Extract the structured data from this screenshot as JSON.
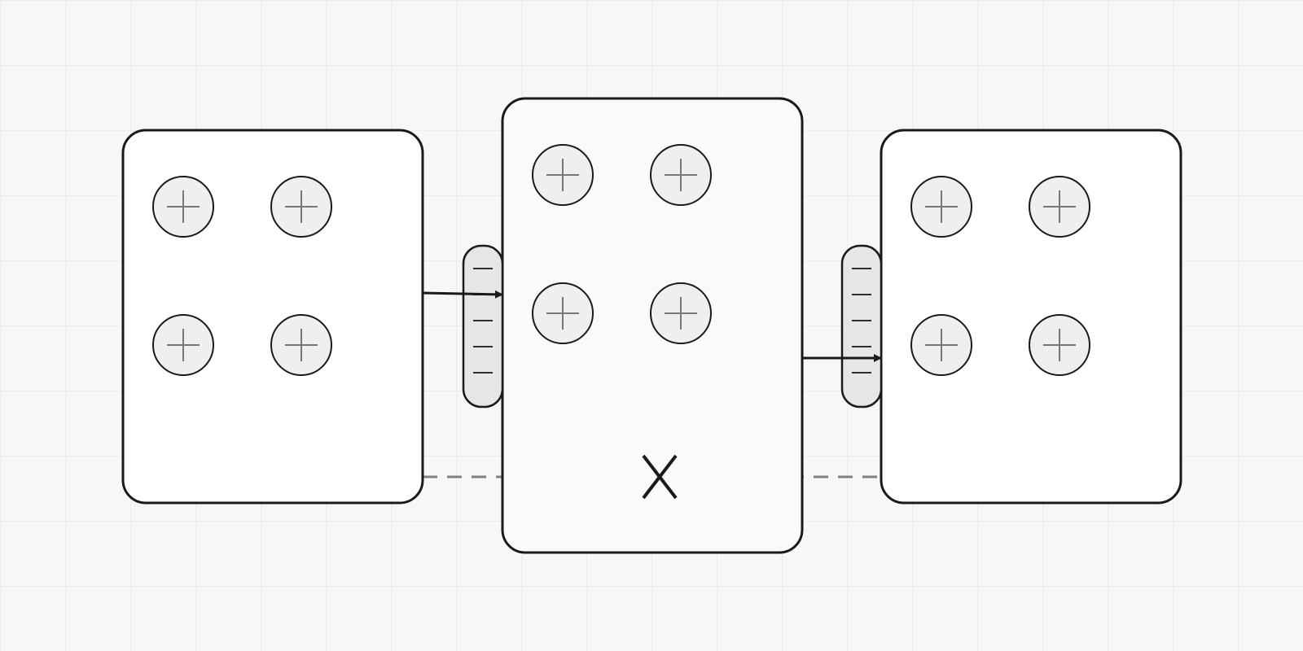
{
  "diagram": {
    "colors": {
      "background": "#f7f7f7",
      "grid": "#ececec",
      "stroke": "#1a1a1a",
      "card_fill": "#ffffff",
      "middle_card_fill": "#fafafa",
      "socket_fill": "#efefef",
      "connector_fill": "#e6e6e6",
      "plus_glyph": "#777777",
      "dashed_link": "#808080"
    },
    "icons": {
      "socket": "plus-icon",
      "connector_tick": "minus-icon",
      "link_end": "arrow-right-icon",
      "broken_link": "close-icon"
    },
    "cards": [
      {
        "name": "left-card",
        "slots": 4,
        "connectable": true
      },
      {
        "name": "middle-card",
        "slots": 4,
        "connectable": true
      },
      {
        "name": "right-card",
        "slots": 4,
        "connectable": true
      }
    ],
    "connectors": [
      {
        "name": "connector-left-middle",
        "ticks": 5
      },
      {
        "name": "connector-middle-right",
        "ticks": 5
      }
    ],
    "links": [
      {
        "name": "link-left-to-middle",
        "from": "left-card",
        "to": "middle-card",
        "style": "solid",
        "arrow": true
      },
      {
        "name": "link-middle-to-right",
        "from": "middle-card",
        "to": "right-card",
        "style": "solid",
        "arrow": true
      },
      {
        "name": "link-left-to-right-broken",
        "from": "left-card",
        "to": "right-card",
        "style": "dashed",
        "broken": true
      }
    ]
  }
}
